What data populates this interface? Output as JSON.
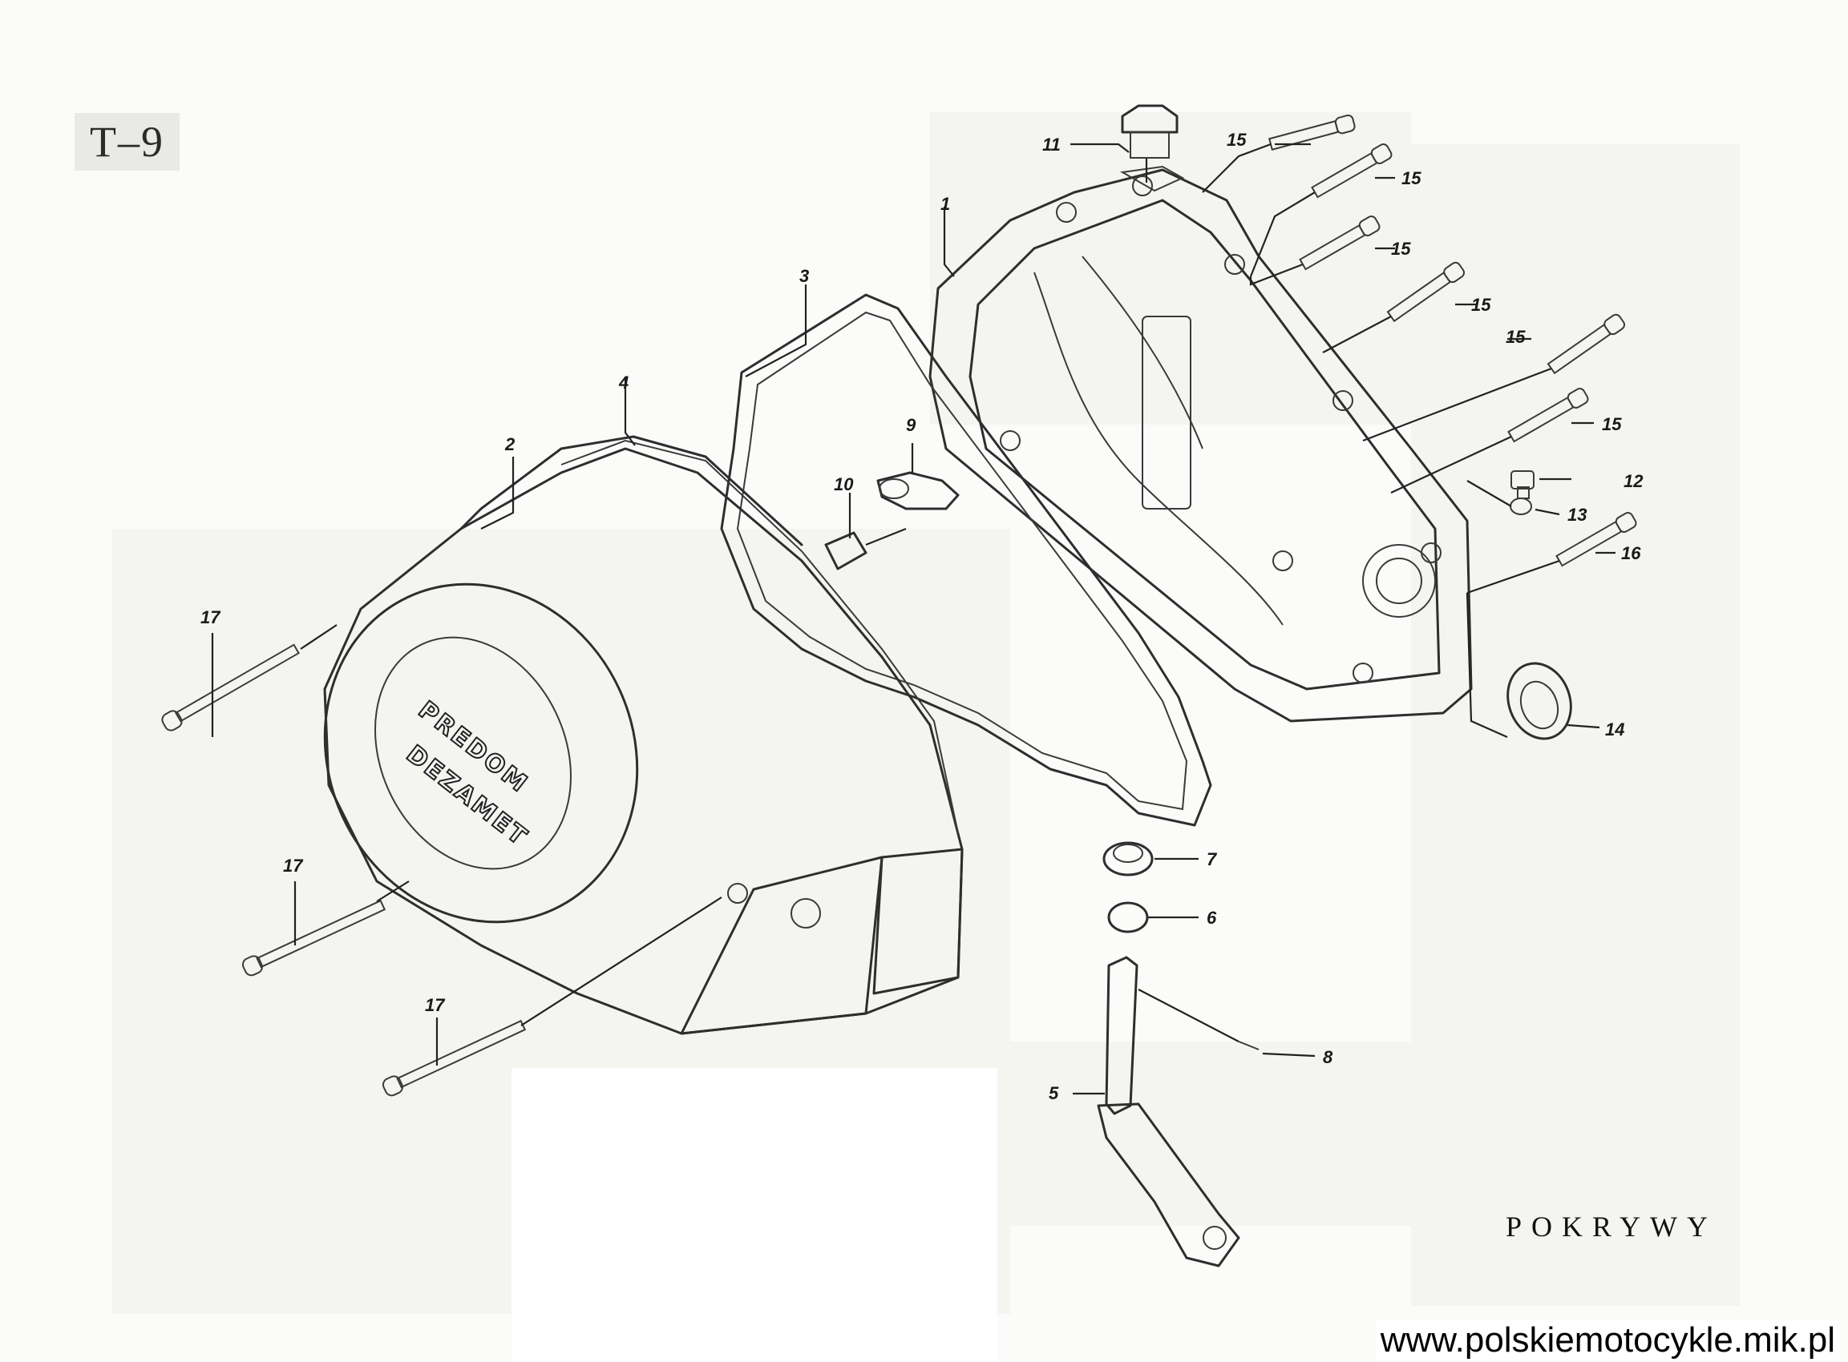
{
  "page_code": "T–9",
  "section_title": "POKRYWY",
  "source_url": "www.polskiemotocykle.mik.pl",
  "cover_branding": {
    "line1": "PREDOM",
    "line2": "DEZAMET"
  },
  "part_labels": [
    "1",
    "2",
    "3",
    "4",
    "5",
    "6",
    "7",
    "8",
    "9",
    "10",
    "11",
    "12",
    "13",
    "14",
    "15",
    "15",
    "15",
    "15",
    "15",
    "15",
    "16",
    "17",
    "17",
    "17"
  ]
}
